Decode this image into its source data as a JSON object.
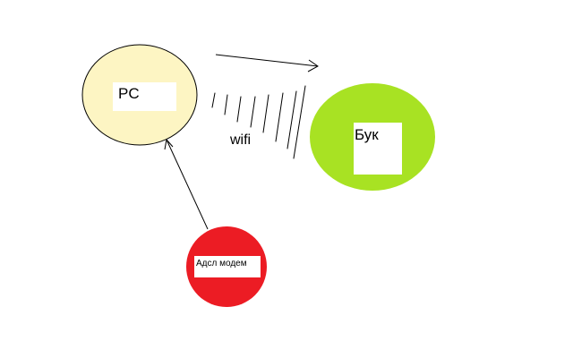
{
  "nodes": {
    "pc": {
      "label": "PC",
      "fill": "#fdf5c3"
    },
    "laptop": {
      "label": "Бук",
      "fill": "#a8e223"
    },
    "modem": {
      "label": "Адсл модем",
      "fill": "#ec1c24"
    }
  },
  "links": {
    "wifi": {
      "label": "wifi"
    }
  },
  "colors": {
    "stroke": "#000000",
    "label_box": "#ffffff"
  }
}
